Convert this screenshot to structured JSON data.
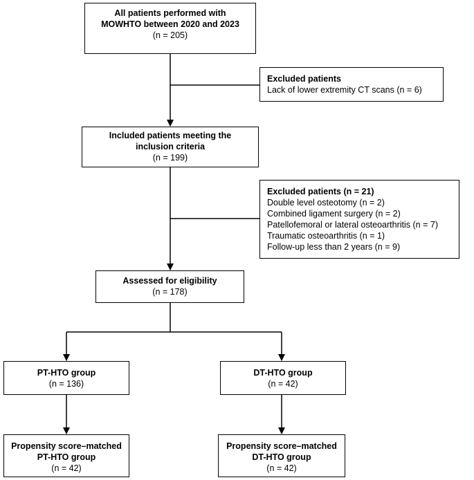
{
  "colors": {
    "stroke": "#000000",
    "background": "#ffffff"
  },
  "box_all": {
    "title": [
      "All patients performed with",
      "MOWHTO between 2020 and 2023"
    ],
    "count": "(n = 205)"
  },
  "box_excl1": {
    "title": "Excluded patients",
    "items": [
      "Lack of lower extremity CT scans (n = 6)"
    ]
  },
  "box_included": {
    "title": [
      "Included patients meeting the",
      "inclusion criteria"
    ],
    "count": "(n = 199)"
  },
  "box_excl2": {
    "title": "Excluded patients (n = 21)",
    "items": [
      "Double level osteotomy (n = 2)",
      "Combined ligament surgery (n = 2)",
      "Patellofemoral or lateral osteoarthritis (n = 7)",
      "Traumatic osteoarthritis (n = 1)",
      "Follow-up less than 2 years (n = 9)"
    ]
  },
  "box_assessed": {
    "title": "Assessed for eligibility",
    "count": "(n = 178)"
  },
  "box_pt": {
    "title": "PT-HTO group",
    "count": "(n = 136)"
  },
  "box_dt": {
    "title": "DT-HTO group",
    "count": "(n = 42)"
  },
  "box_pt_matched": {
    "title": [
      "Propensity score–matched",
      "PT-HTO group"
    ],
    "count": "(n = 42)"
  },
  "box_dt_matched": {
    "title": [
      "Propensity score–matched",
      "DT-HTO group"
    ],
    "count": "(n = 42)"
  }
}
